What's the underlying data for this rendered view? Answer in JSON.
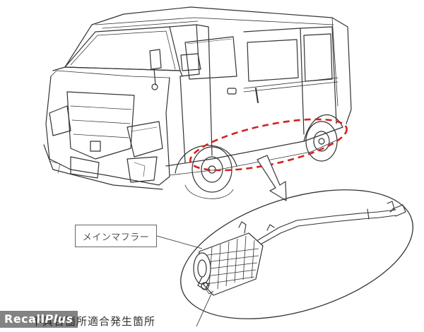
{
  "callout": {
    "label": "メインマフラー"
  },
  "caption": {
    "text": "不具合箇所適合発生箇所"
  },
  "watermark": {
    "brand_a": "Recall",
    "brand_b": "Plus"
  },
  "colors": {
    "highlight": "#d42020",
    "line": "#333333",
    "callout_line": "#555555"
  },
  "icons": {
    "arrow": "down-right-arrow-icon"
  }
}
